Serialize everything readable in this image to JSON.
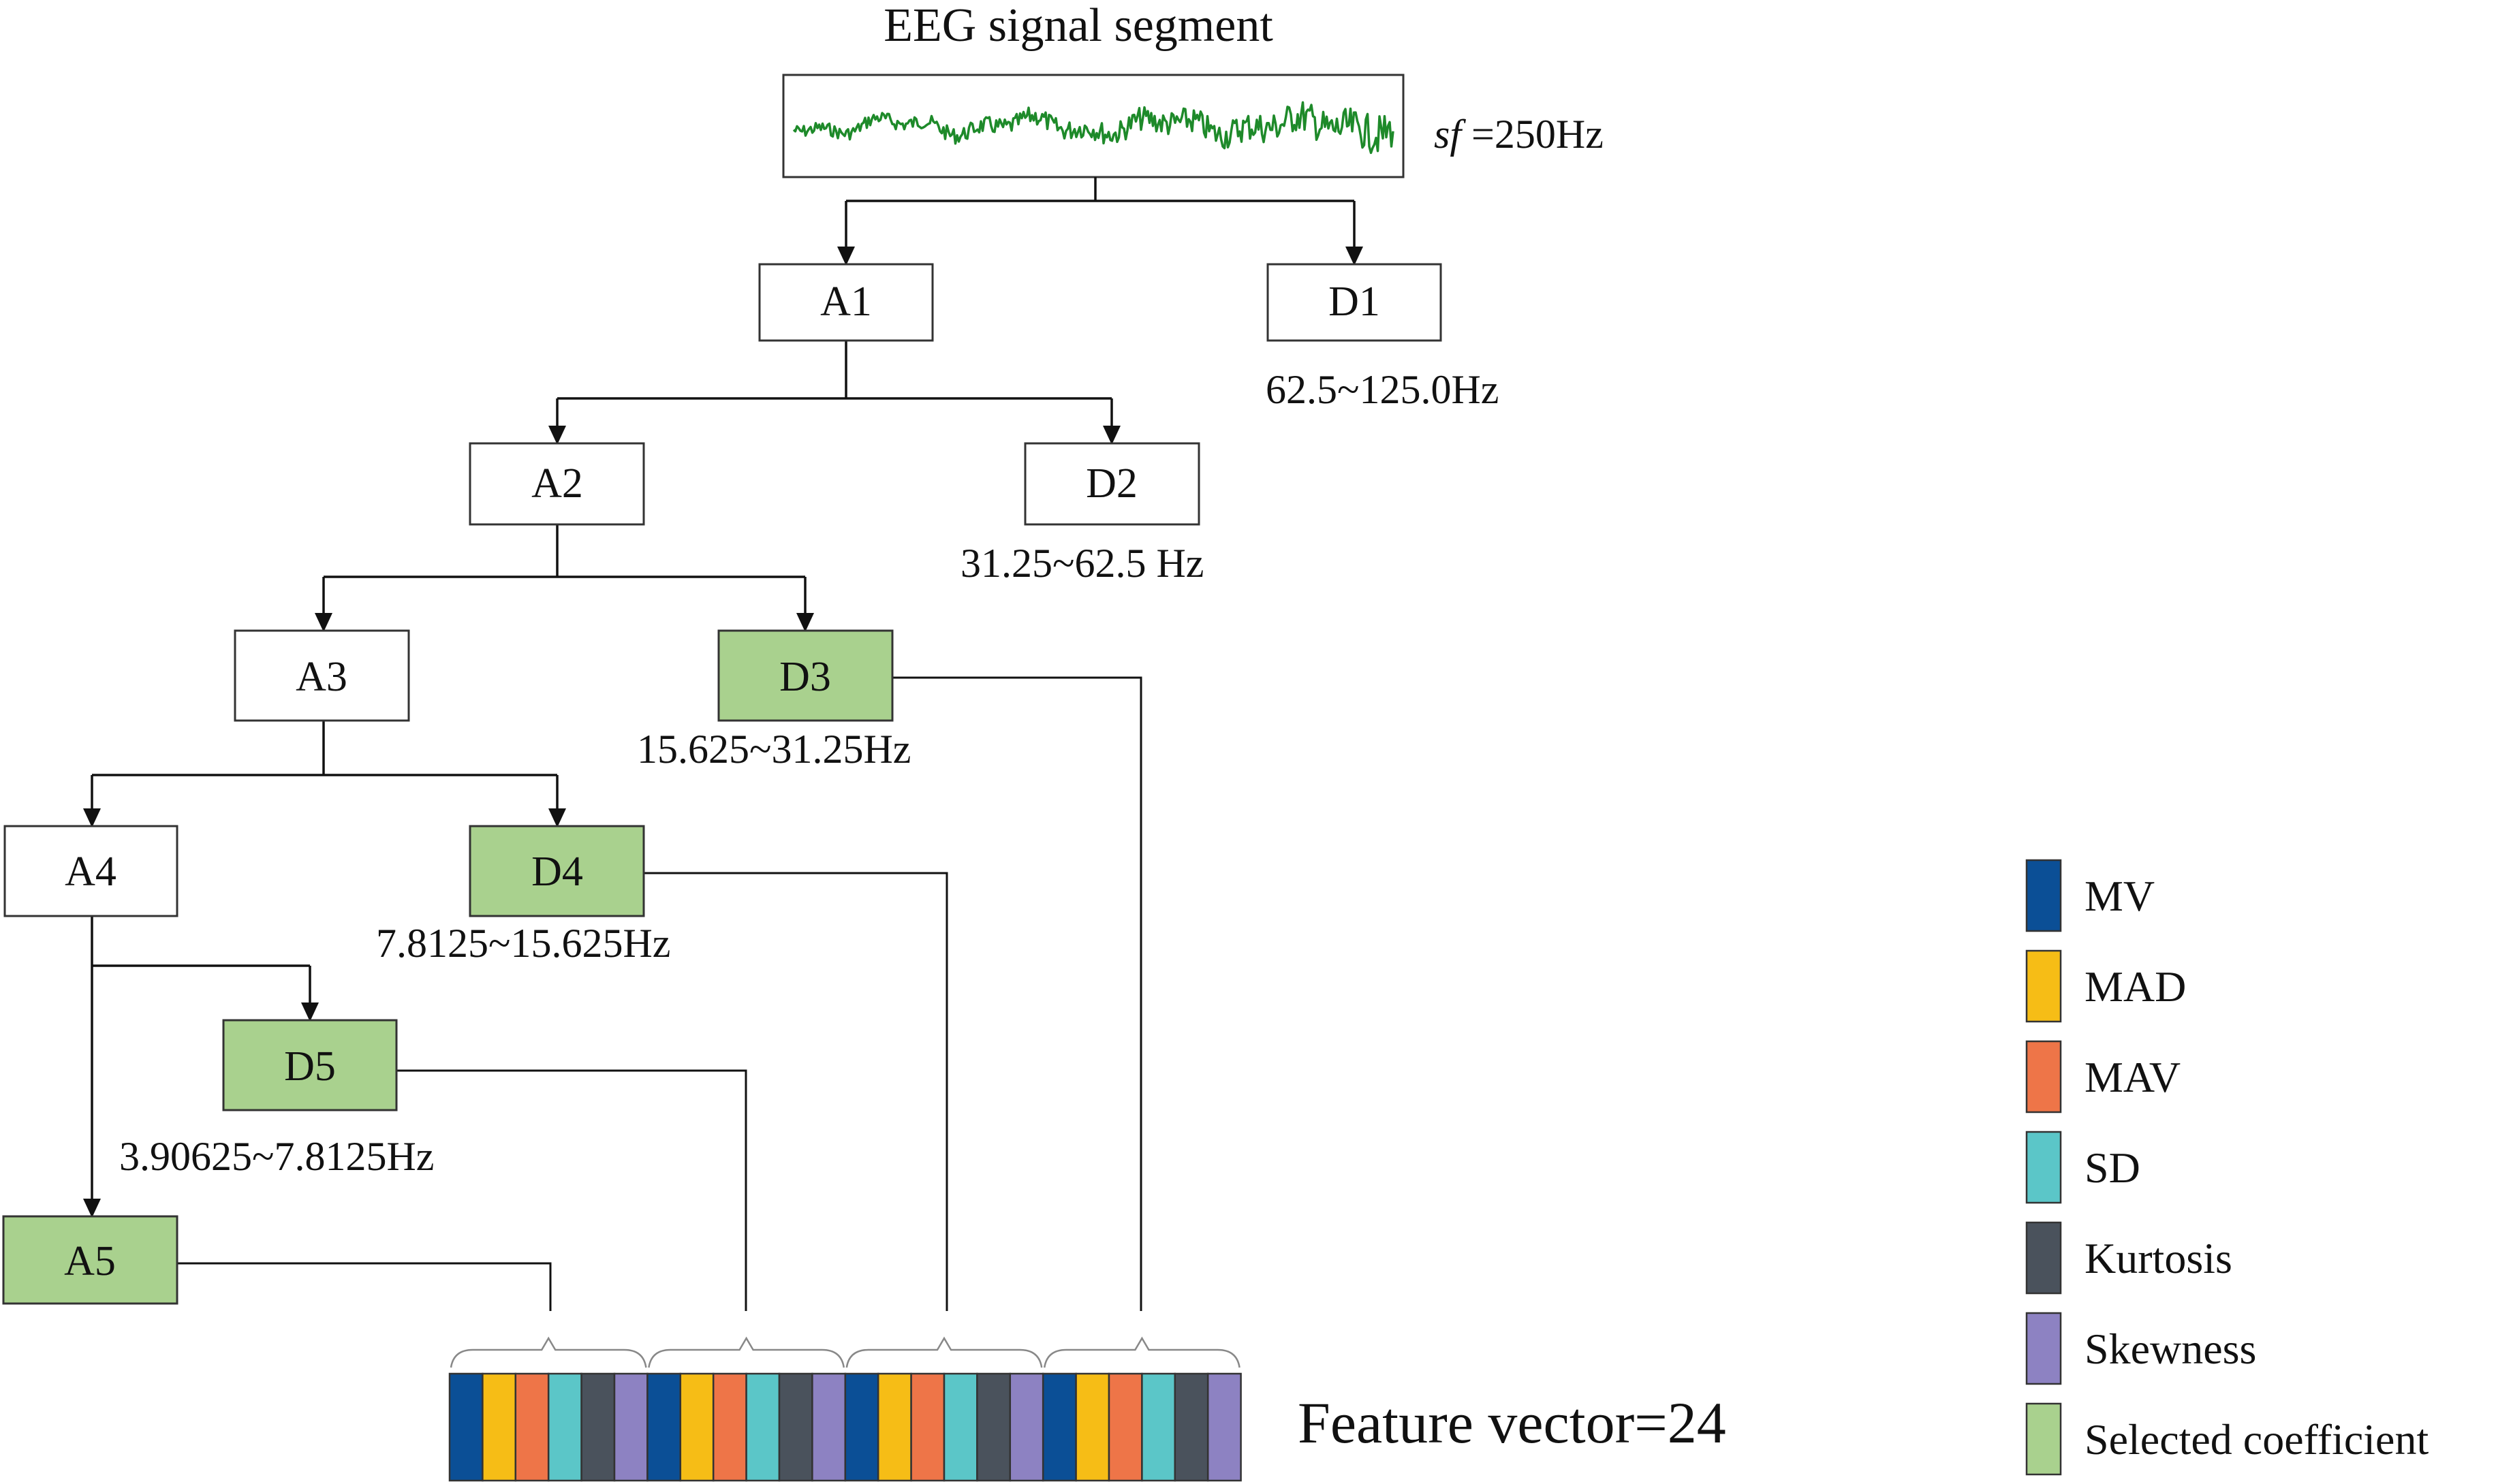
{
  "title": "EEG signal segment",
  "sampling": {
    "prefix": "sf",
    "text": " =250Hz"
  },
  "nodes": {
    "A1": "A1",
    "D1": "D1",
    "A2": "A2",
    "D2": "D2",
    "A3": "A3",
    "D3": "D3",
    "A4": "A4",
    "D4": "D4",
    "A5": "A5",
    "D5": "D5"
  },
  "bands": {
    "D1": "62.5~125.0Hz",
    "D2": "31.25~62.5 Hz",
    "D3": "15.625~31.25Hz",
    "D4": "7.8125~15.625Hz",
    "D5": "3.90625~7.8125Hz"
  },
  "feature_label": "Feature vector=24",
  "legend": [
    {
      "label": "MV",
      "color": "#0b4f96"
    },
    {
      "label": "MAD",
      "color": "#f6bd16"
    },
    {
      "label": "MAV",
      "color": "#ee7548"
    },
    {
      "label": "SD",
      "color": "#5bc6c8"
    },
    {
      "label": "Kurtosis",
      "color": "#4a525c"
    },
    {
      "label": "Skewness",
      "color": "#8d82c2"
    },
    {
      "label": "Selected coefficient",
      "color": "#a9d18e"
    }
  ],
  "colors": {
    "selected_fill": "#a9d18e",
    "signal": "#1e8a2a",
    "plain_fill": "#ffffff"
  },
  "icons": {
    "signal": "eeg-waveform"
  }
}
